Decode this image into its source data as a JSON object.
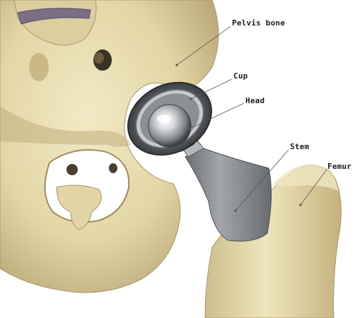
{
  "labels": {
    "pelvis": "Pelvis bone",
    "cup": "Cup",
    "head": "Head",
    "stem": "Stem",
    "femur": "Femur"
  },
  "colors": {
    "bone": "#e8dcb0",
    "bone_shadow": "#b9a878",
    "metal": "#8a8d91",
    "metal_light": "#d9dcdf",
    "leader_line": "#555555"
  }
}
